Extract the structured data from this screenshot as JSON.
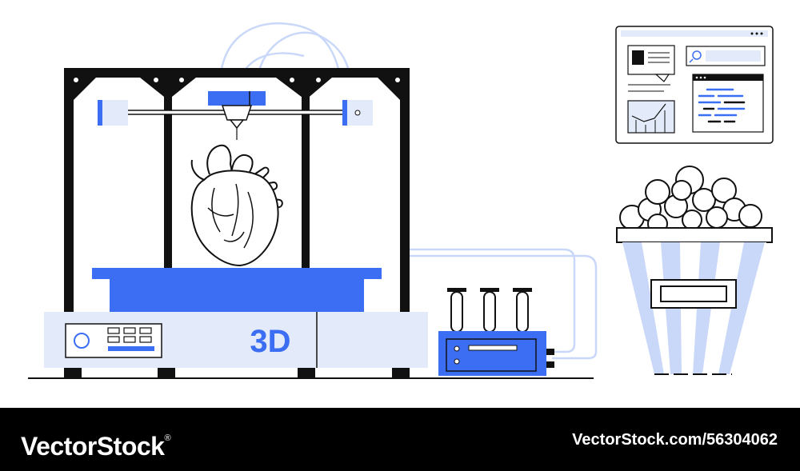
{
  "printer": {
    "label": "3D"
  },
  "footer": {
    "brand": "VectorStock",
    "registered_mark": "®",
    "url": "VectorStock.com/56304062"
  },
  "colors": {
    "accent_blue": "#3b6ef2",
    "pale_blue": "#e3ebfb",
    "tube_blue": "#c9d8f8",
    "outline": "#111111",
    "footer_bg": "#000000"
  },
  "icons": [
    "heart-icon",
    "popcorn-icon",
    "browser-window-icon",
    "search-icon",
    "bar-chart-icon",
    "code-lines-icon"
  ]
}
